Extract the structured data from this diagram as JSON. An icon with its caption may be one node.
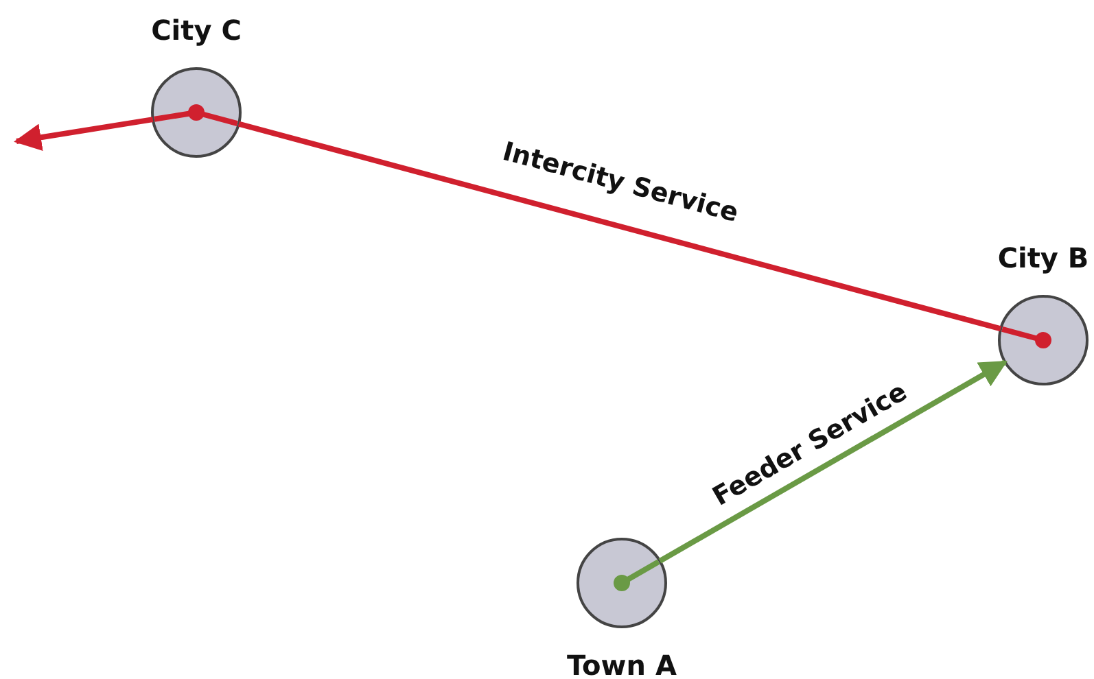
{
  "diagram": {
    "nodes": [
      {
        "text": [
          "City C"
        ]
      },
      {
        "text": [
          "City B"
        ]
      },
      {
        "text": [
          "Town A"
        ]
      }
    ],
    "edges": [
      {
        "from": 1,
        "to": 0,
        "arrow": "none",
        "label": "Intercity Service",
        "color": "#d0202e"
      },
      {
        "from": 0,
        "to": null,
        "arrow": "to",
        "color": "#d0202e"
      },
      {
        "from": 2,
        "to": 1,
        "arrow": "to",
        "label": "Feeder Service",
        "color": "#6a9a45"
      }
    ]
  }
}
